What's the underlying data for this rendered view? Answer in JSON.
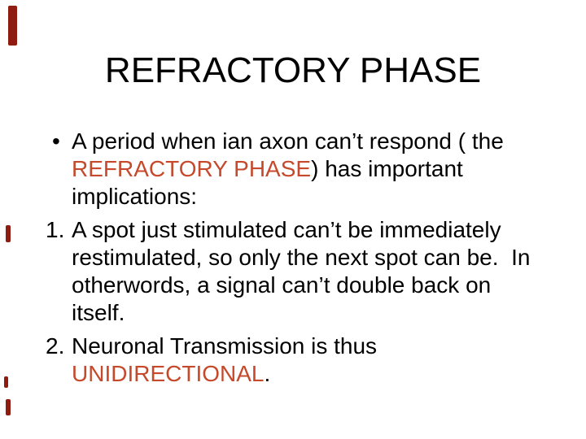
{
  "slide": {
    "title": "REFRACTORY PHASE",
    "colors": {
      "background": "#FFFFFF",
      "text": "#000000",
      "accent_red": "#C6492C",
      "left_border_mark_maroon": "#8E1C10"
    },
    "paragraphs": [
      {
        "marker": "•",
        "lines": [
          {
            "segments": [
              {
                "style": "black",
                "text": "A period when ian axon can’t respond ( the"
              }
            ]
          },
          {
            "segments": [
              {
                "style": "red",
                "text": "REFRACTORY PHASE"
              },
              {
                "style": "black",
                "text": ") has important"
              }
            ]
          },
          {
            "segments": [
              {
                "style": "black",
                "text": "implications:"
              }
            ]
          }
        ]
      },
      {
        "marker": "1.",
        "lines": [
          {
            "segments": [
              {
                "style": "black",
                "text": "A spot just stimulated can’t be immediately"
              }
            ]
          },
          {
            "segments": [
              {
                "style": "black",
                "text": "restimulated, so only the next spot can be.  In"
              }
            ]
          },
          {
            "segments": [
              {
                "style": "black",
                "text": "otherwords, a signal can’t double back on"
              }
            ]
          },
          {
            "segments": [
              {
                "style": "black",
                "text": "itself."
              }
            ]
          }
        ]
      },
      {
        "marker": "2.",
        "lines": [
          {
            "segments": [
              {
                "style": "black",
                "text": "Neuronal Transmission is thus"
              }
            ]
          },
          {
            "segments": [
              {
                "style": "red",
                "text": "UNIDIRECTIONAL"
              },
              {
                "style": "black",
                "text": "."
              }
            ]
          }
        ]
      }
    ]
  }
}
